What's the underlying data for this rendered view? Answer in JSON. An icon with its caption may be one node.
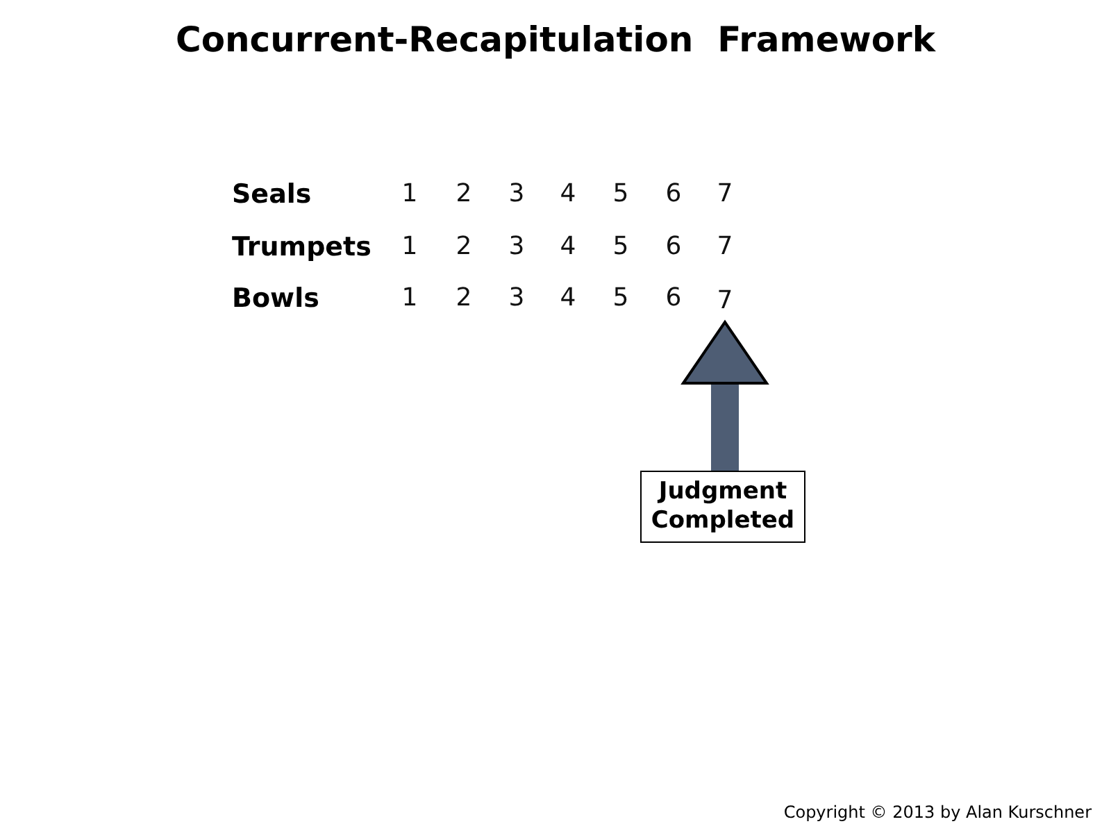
{
  "diagram": {
    "title": "Concurrent-Recapitulation  Framework",
    "nodes": [
      {
        "text": [
          "Judgment Completed"
        ]
      },
      {
        "text": [
          "7"
        ]
      }
    ],
    "edges": [
      {
        "from": 0,
        "to": 1,
        "arrow": "to"
      }
    ],
    "labels": [
      "Seals",
      "1",
      "2",
      "3",
      "4",
      "5",
      "6",
      "7",
      "Trumpets",
      "1",
      "2",
      "3",
      "4",
      "5",
      "6",
      "7",
      "Bowls",
      "1",
      "2",
      "3",
      "4",
      "5",
      "6",
      "Copyright © 2013 by Alan Kurschner"
    ]
  }
}
